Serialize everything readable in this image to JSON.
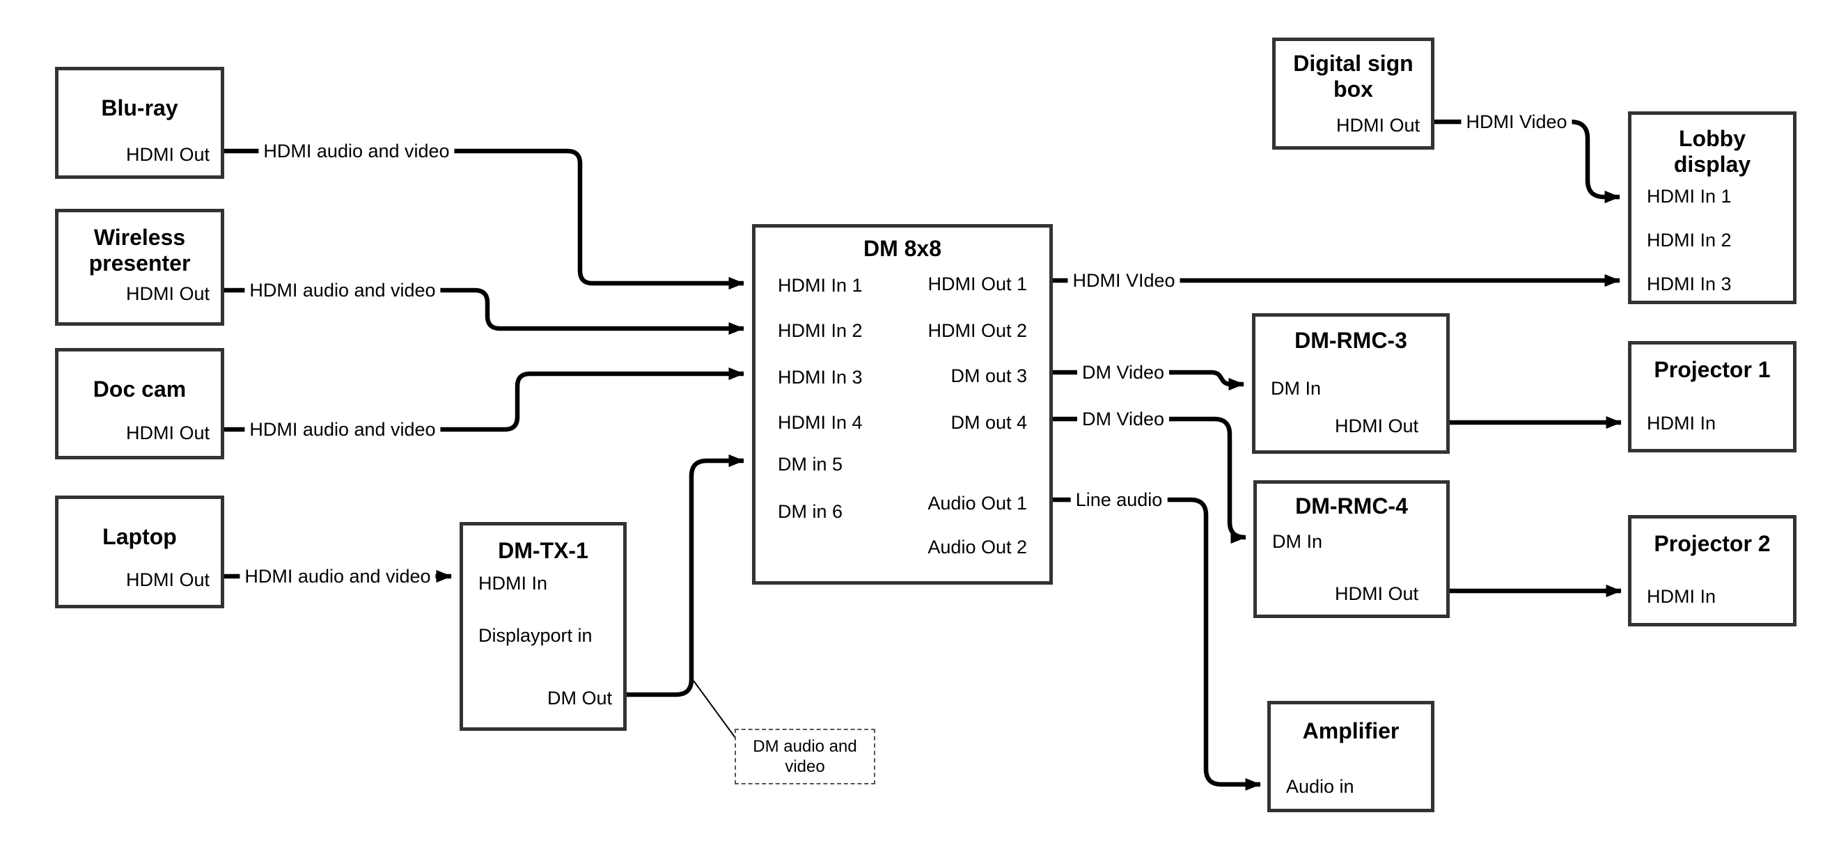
{
  "colors": {
    "wire": "#000000",
    "box_border": "#333333",
    "background": "#ffffff"
  },
  "nodes": {
    "bluray": {
      "title": "Blu-ray",
      "ports": [
        "HDMI Out"
      ]
    },
    "wireless": {
      "title": "Wireless\npresenter",
      "ports": [
        "HDMI Out"
      ]
    },
    "doccam": {
      "title": "Doc cam",
      "ports": [
        "HDMI Out"
      ]
    },
    "laptop": {
      "title": "Laptop",
      "ports": [
        "HDMI Out"
      ]
    },
    "dmtx1": {
      "title": "DM-TX-1",
      "ports": [
        "HDMI In",
        "Displayport in",
        "DM Out"
      ]
    },
    "dm8x8": {
      "title": "DM 8x8",
      "inputs": [
        "HDMI In 1",
        "HDMI In 2",
        "HDMI In 3",
        "HDMI In 4",
        "DM in 5",
        "DM in 6"
      ],
      "outputs": [
        "HDMI Out 1",
        "HDMI Out 2",
        "DM out 3",
        "DM out 4",
        "Audio Out 1",
        "Audio Out 2"
      ]
    },
    "digitalsign": {
      "title": "Digital sign\nbox",
      "ports": [
        "HDMI Out"
      ]
    },
    "lobby": {
      "title": "Lobby\ndisplay",
      "ports": [
        "HDMI In 1",
        "HDMI In 2",
        "HDMI In 3"
      ]
    },
    "rmc3": {
      "title": "DM-RMC-3",
      "ports": [
        "DM In",
        "HDMI Out"
      ]
    },
    "proj1": {
      "title": "Projector 1",
      "ports": [
        "HDMI In"
      ]
    },
    "rmc4": {
      "title": "DM-RMC-4",
      "ports": [
        "DM In",
        "HDMI Out"
      ]
    },
    "proj2": {
      "title": "Projector 2",
      "ports": [
        "HDMI In"
      ]
    },
    "amp": {
      "title": "Amplifier",
      "ports": [
        "Audio in"
      ]
    }
  },
  "edges": {
    "bluray_to_dm8x8": {
      "label": "HDMI audio and video"
    },
    "wireless_to_dm8x8": {
      "label": "HDMI audio and video"
    },
    "doccam_to_dm8x8": {
      "label": "HDMI audio and video"
    },
    "laptop_to_dmtx1": {
      "label": "HDMI audio and video"
    },
    "dm8x8_to_lobby": {
      "label": "HDMI VIdeo"
    },
    "digitalsign_to_lobby": {
      "label": "HDMI Video"
    },
    "dm8x8_to_rmc3": {
      "label": "DM Video"
    },
    "dm8x8_to_rmc4": {
      "label": "DM Video"
    },
    "dm8x8_to_amp": {
      "label": "Line audio"
    }
  },
  "callout": {
    "text": "DM audio and\nvideo"
  }
}
